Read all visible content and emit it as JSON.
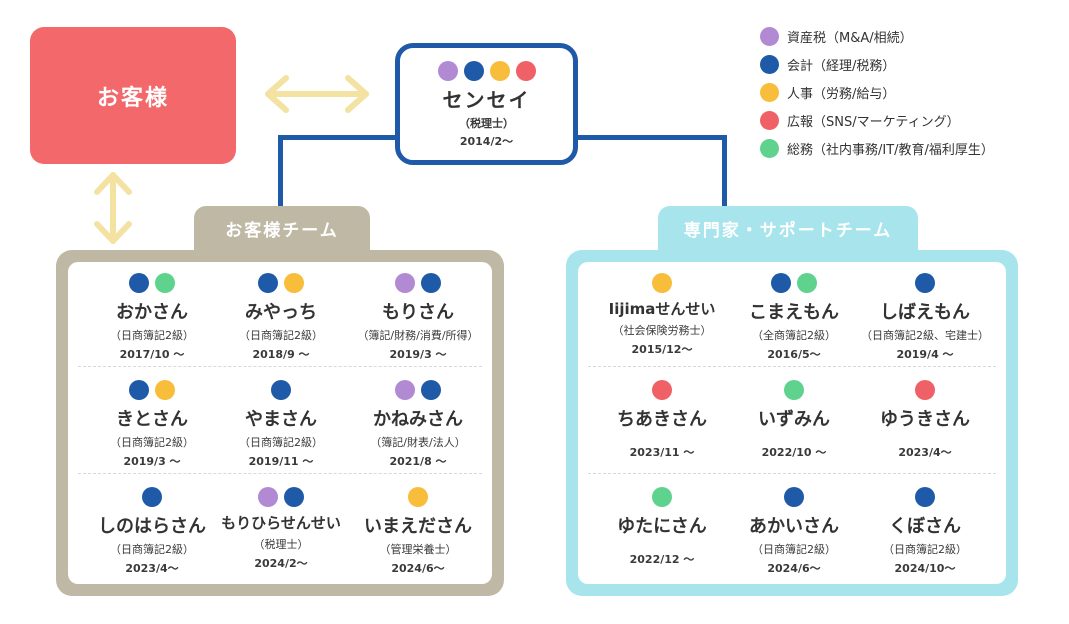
{
  "colors": {
    "shisan": "#b28ad4",
    "kaikei": "#1e5aa8",
    "jinji": "#f9bd3c",
    "koho": "#ef6167",
    "somu": "#5fd38d",
    "customer": "#f2686b",
    "client_team": "#bfb8a4",
    "expert_team": "#a8e4ec"
  },
  "customer": {
    "label": "お客様"
  },
  "sensei": {
    "name": "センセイ",
    "qualification": "（税理士）",
    "since": "2014/2〜",
    "dots": [
      "shisan",
      "kaikei",
      "jinji",
      "koho"
    ]
  },
  "legend": [
    {
      "key": "shisan",
      "label": "資産税（M&A/相続）"
    },
    {
      "key": "kaikei",
      "label": "会計（経理/税務）"
    },
    {
      "key": "jinji",
      "label": "人事（労務/給与）"
    },
    {
      "key": "koho",
      "label": "広報（SNS/マーケティング）"
    },
    {
      "key": "somu",
      "label": "総務（社内事務/IT/教育/福利厚生）"
    }
  ],
  "client_team": {
    "title": "お客様チーム",
    "members": [
      {
        "name": "おかさん",
        "qualification": "（日商簿記2級）",
        "since": "2017/10 〜",
        "dots": [
          "kaikei",
          "somu"
        ]
      },
      {
        "name": "みやっち",
        "qualification": "（日商簿記2級）",
        "since": "2018/9 〜",
        "dots": [
          "kaikei",
          "jinji"
        ]
      },
      {
        "name": "もりさん",
        "qualification": "（簿記/財務/消費/所得）",
        "since": "2019/3 〜",
        "dots": [
          "shisan",
          "kaikei"
        ]
      },
      {
        "name": "きとさん",
        "qualification": "（日商簿記2級）",
        "since": "2019/3 〜",
        "dots": [
          "kaikei",
          "jinji"
        ]
      },
      {
        "name": "やまさん",
        "qualification": "（日商簿記2級）",
        "since": "2019/11 〜",
        "dots": [
          "kaikei"
        ]
      },
      {
        "name": "かねみさん",
        "qualification": "（簿記/財表/法人）",
        "since": "2021/8 〜",
        "dots": [
          "shisan",
          "kaikei"
        ]
      },
      {
        "name": "しのはらさん",
        "qualification": "（日商簿記2級）",
        "since": "2023/4〜",
        "dots": [
          "kaikei"
        ]
      },
      {
        "name": "もりひらせんせい",
        "qualification": "（税理士）",
        "since": "2024/2〜",
        "dots": [
          "shisan",
          "kaikei"
        ]
      },
      {
        "name": "いまえださん",
        "qualification": "（管理栄養士）",
        "since": "2024/6〜",
        "dots": [
          "jinji"
        ]
      }
    ]
  },
  "expert_team": {
    "title": "専門家・サポートチーム",
    "members": [
      {
        "name": "Iijimaせんせい",
        "qualification": "（社会保険労務士）",
        "since": "2015/12〜",
        "dots": [
          "jinji"
        ]
      },
      {
        "name": "こまえもん",
        "qualification": "（全商簿記2級）",
        "since": "2016/5〜",
        "dots": [
          "kaikei",
          "somu"
        ]
      },
      {
        "name": "しばえもん",
        "qualification": "（日商簿記2級、宅建士）",
        "since": "2019/4 〜",
        "dots": [
          "kaikei"
        ]
      },
      {
        "name": "ちあきさん",
        "qualification": "",
        "since": "2023/11 〜",
        "dots": [
          "koho"
        ]
      },
      {
        "name": "いずみん",
        "qualification": "",
        "since": "2022/10 〜",
        "dots": [
          "somu"
        ]
      },
      {
        "name": "ゆうきさん",
        "qualification": "",
        "since": "2023/4〜",
        "dots": [
          "koho"
        ]
      },
      {
        "name": "ゆたにさん",
        "qualification": "",
        "since": "2022/12 〜",
        "dots": [
          "somu"
        ]
      },
      {
        "name": "あかいさん",
        "qualification": "（日商簿記2級）",
        "since": "2024/6〜",
        "dots": [
          "kaikei"
        ]
      },
      {
        "name": "くぼさん",
        "qualification": "（日商簿記2級）",
        "since": "2024/10〜",
        "dots": [
          "kaikei"
        ]
      }
    ]
  }
}
